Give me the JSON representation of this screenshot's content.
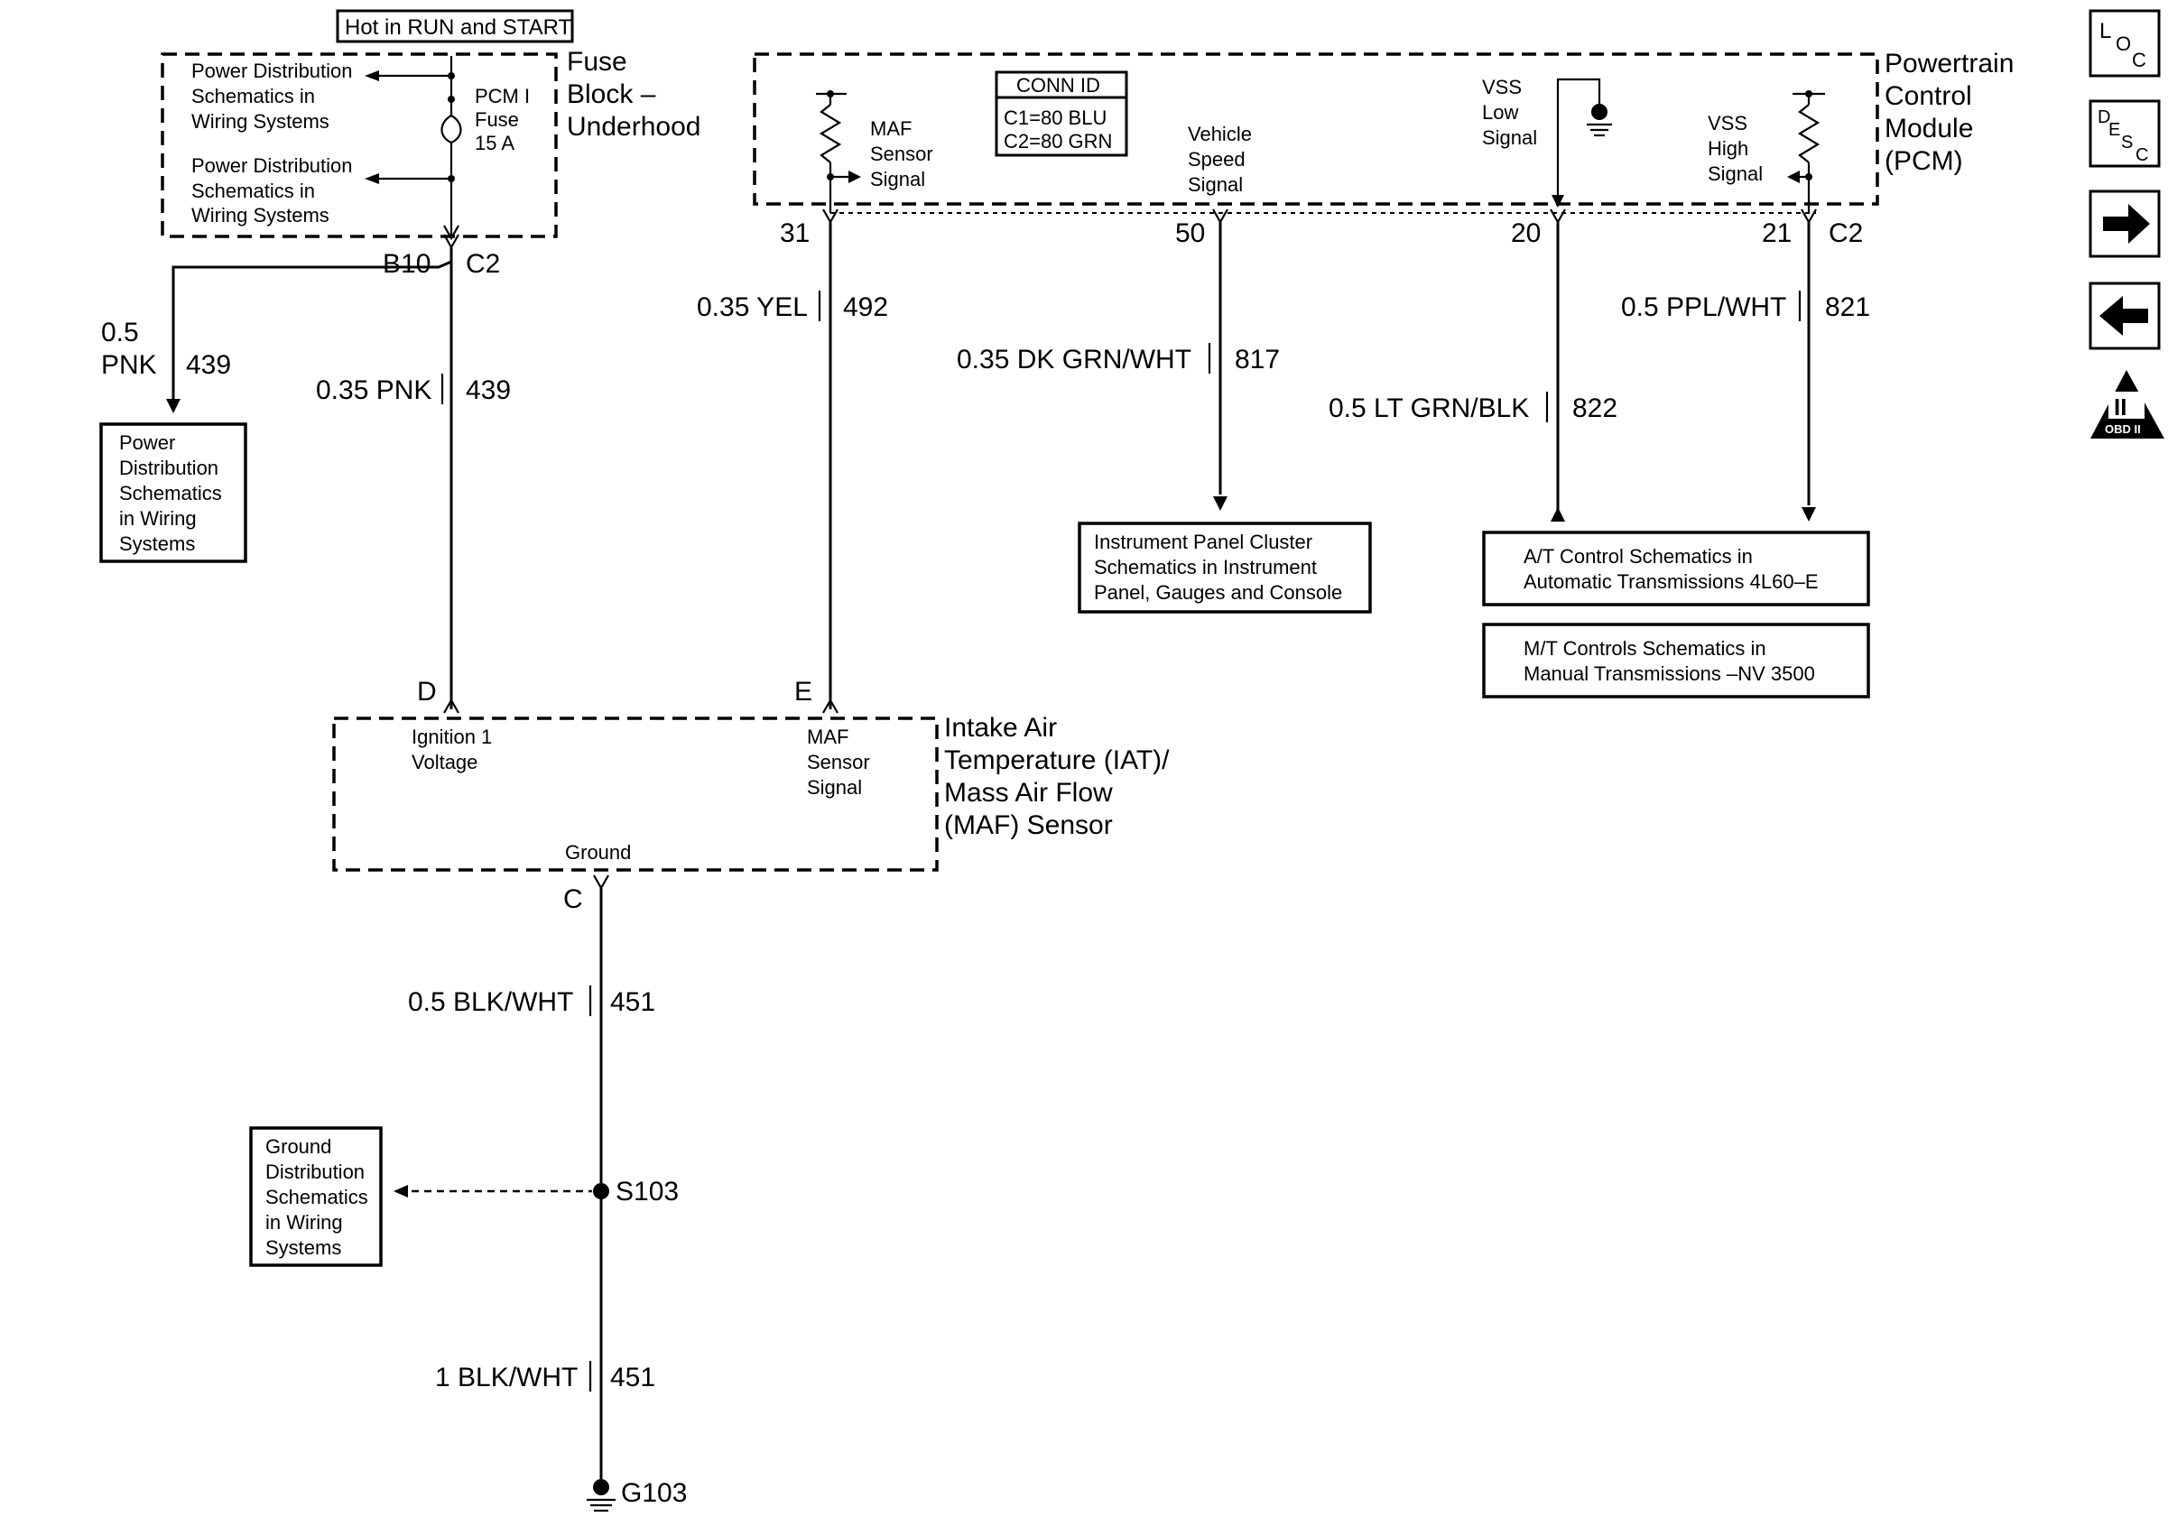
{
  "header": {
    "hot_label": "Hot in RUN and START"
  },
  "fuse_block": {
    "title_lines": [
      "Fuse",
      "Block –",
      "Underhood"
    ],
    "fuse_lines": [
      "PCM I",
      "Fuse",
      "15 A"
    ],
    "power_dist_1": [
      "Power Distribution",
      "Schematics in",
      "Wiring Systems"
    ],
    "power_dist_2": [
      "Power Distribution",
      "Schematics in",
      "Wiring Systems"
    ],
    "pin": "B10",
    "connector": "C2"
  },
  "left_branch": {
    "size": "0.5",
    "color": "PNK",
    "circuit": "439",
    "target_box": [
      "Power",
      "Distribution",
      "Schematics",
      "in Wiring",
      "Systems"
    ]
  },
  "ignition_wire": {
    "label": "0.35 PNK",
    "circuit": "439"
  },
  "pcm": {
    "title_lines": [
      "Powertrain",
      "Control",
      "Module",
      "(PCM)"
    ],
    "conn_id": {
      "title": "CONN ID",
      "c1": "C1=80 BLU",
      "c2": "C2=80 GRN"
    },
    "maf_signal": [
      "MAF",
      "Sensor",
      "Signal"
    ],
    "vehicle_speed": [
      "Vehicle",
      "Speed",
      "Signal"
    ],
    "vss_low": [
      "VSS",
      "Low",
      "Signal"
    ],
    "vss_high": [
      "VSS",
      "High",
      "Signal"
    ],
    "pins": {
      "maf": "31",
      "vss_out": "50",
      "vss_low": "20",
      "vss_high": "21"
    },
    "connector": "C2"
  },
  "wires": {
    "maf": {
      "label": "0.35 YEL",
      "circuit": "492"
    },
    "vss_out": {
      "label": "0.35 DK GRN/WHT",
      "circuit": "817"
    },
    "vss_low": {
      "label": "0.5 LT GRN/BLK",
      "circuit": "822"
    },
    "vss_high": {
      "label": "0.5 PPL/WHT",
      "circuit": "821"
    },
    "ground_1": {
      "label": "0.5 BLK/WHT",
      "circuit": "451"
    },
    "ground_2": {
      "label": "1 BLK/WHT",
      "circuit": "451"
    }
  },
  "targets": {
    "ipc": [
      "Instrument Panel Cluster",
      "Schematics in Instrument",
      "Panel, Gauges and Console"
    ],
    "at": [
      "A/T Control Schematics in",
      "Automatic Transmissions 4L60–E"
    ],
    "mt": [
      "M/T Controls Schematics in",
      "Manual Transmissions –NV 3500"
    ],
    "ground_dist": [
      "Ground",
      "Distribution",
      "Schematics",
      "in Wiring",
      "Systems"
    ]
  },
  "sensor": {
    "title_lines": [
      "Intake Air",
      "Temperature (IAT)/",
      "Mass Air Flow",
      "(MAF) Sensor"
    ],
    "pin_d": "D",
    "pin_e": "E",
    "pin_c": "C",
    "ignition_label": [
      "Ignition 1",
      "Voltage"
    ],
    "maf_label": [
      "MAF",
      "Sensor",
      "Signal"
    ],
    "ground_label": "Ground"
  },
  "splice": "S103",
  "ground_point": "G103",
  "nav": {
    "loc": {
      "l": "L",
      "o": "O",
      "c": "C"
    },
    "desc": {
      "d": "D",
      "e": "E",
      "s": "S",
      "c": "C"
    },
    "obd": {
      "roman": "II",
      "text": "OBD II"
    }
  }
}
